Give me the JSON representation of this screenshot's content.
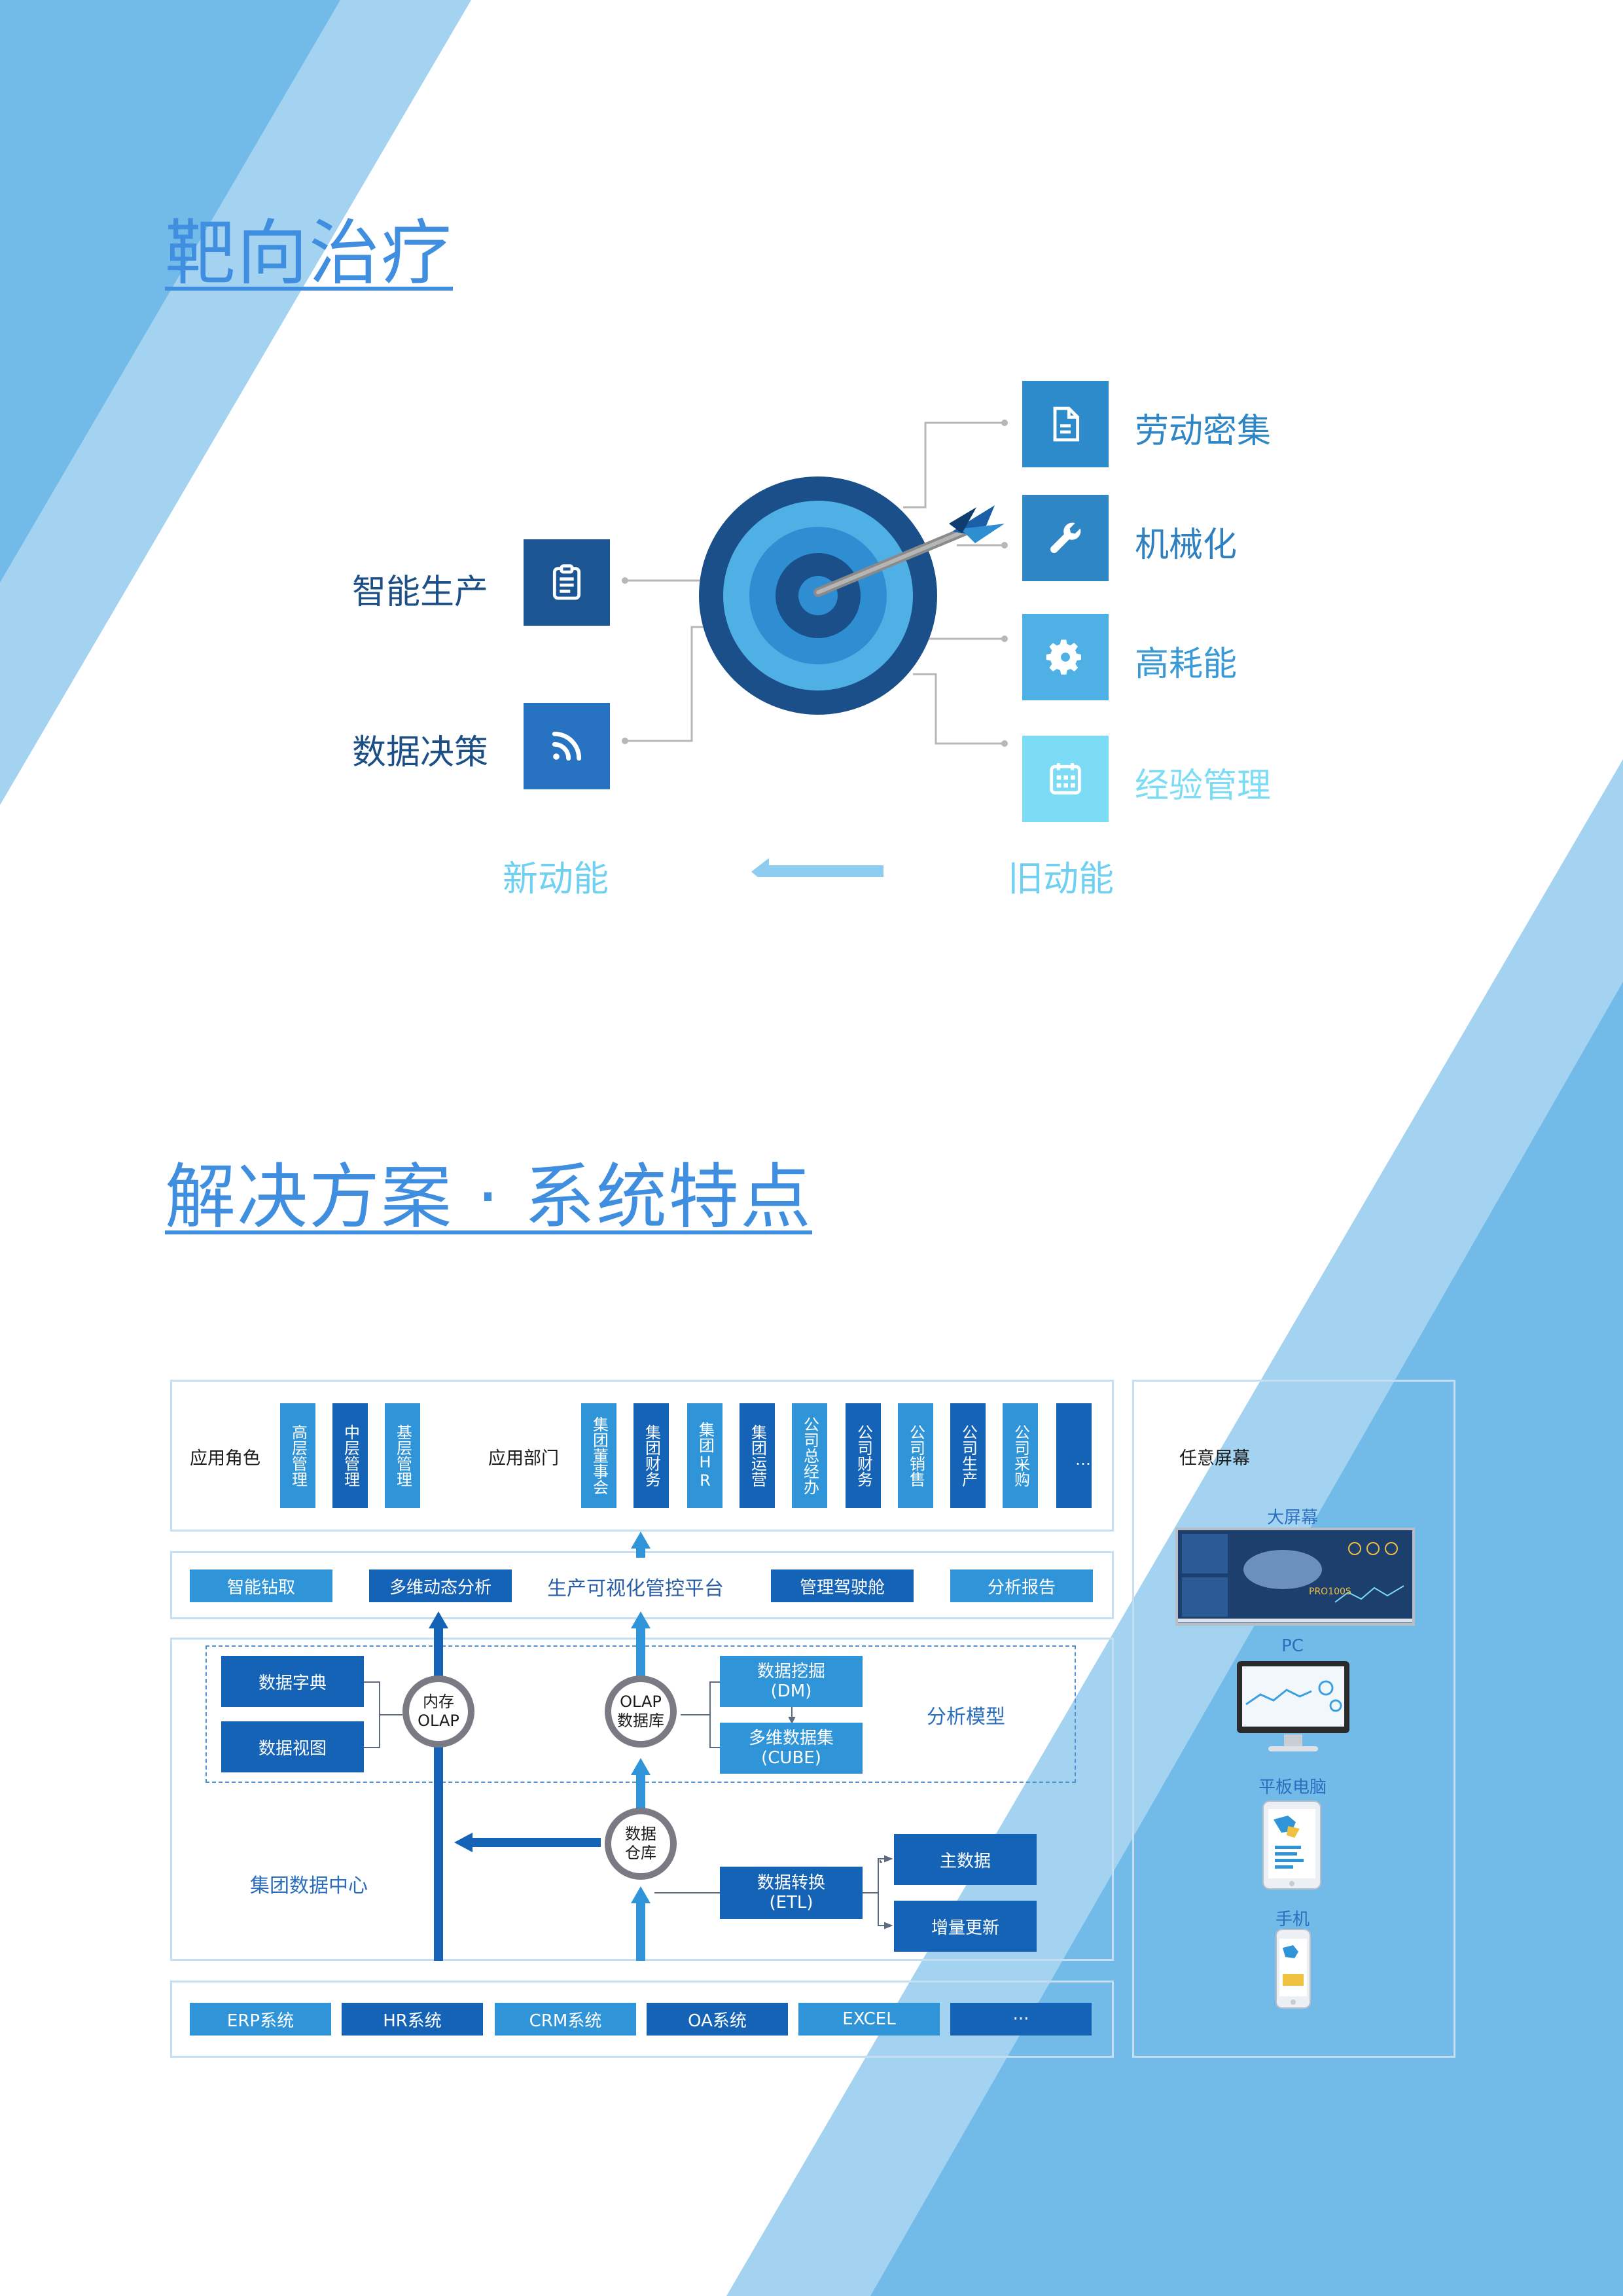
{
  "colors": {
    "accent": "#3f8ee0",
    "dark_blue": "#1b4f86",
    "mid_blue": "#2e86c5",
    "light_blue": "#4fb0e6",
    "cyan": "#7ddcf5"
  },
  "section1": {
    "title": "靶向治疗",
    "left_items": [
      {
        "label": "智能生产",
        "icon": "clipboard-icon"
      },
      {
        "label": "数据决策",
        "icon": "rss-icon"
      }
    ],
    "right_items": [
      {
        "label": "劳动密集",
        "icon": "document-icon"
      },
      {
        "label": "机械化",
        "icon": "wrench-icon"
      },
      {
        "label": "高耗能",
        "icon": "gear-icon"
      },
      {
        "label": "经验管理",
        "icon": "calendar-icon"
      }
    ],
    "new_label": "新动能",
    "old_label": "旧动能"
  },
  "section2": {
    "title": "解决方案 · 系统特点",
    "roles_label": "应用角色",
    "roles": [
      "高层管理",
      "中层管理",
      "基层管理"
    ],
    "depts_label": "应用部门",
    "depts": [
      "集团董事会",
      "集团财务",
      "集团HR",
      "集团运营",
      "公司总经办",
      "公司财务",
      "公司销售",
      "公司生产",
      "公司采购",
      "…"
    ],
    "platform": {
      "title": "生产可视化管控平台",
      "items": [
        "智能钻取",
        "多维动态分析",
        "管理驾驶舱",
        "分析报告"
      ]
    },
    "model": {
      "dict": "数据字典",
      "view": "数据视图",
      "mem_olap_1": "内存",
      "mem_olap_2": "OLAP",
      "olap_db_1": "OLAP",
      "olap_db_2": "数据库",
      "mining_1": "数据挖掘",
      "mining_2": "(DM)",
      "cube_1": "多维数据集",
      "cube_2": "(CUBE)",
      "model_label": "分析模型"
    },
    "datacenter": {
      "label": "集团数据中心",
      "warehouse_1": "数据",
      "warehouse_2": "仓库",
      "etl_1": "数据转换",
      "etl_2": "(ETL)",
      "master": "主数据",
      "incremental": "增量更新"
    },
    "sources": [
      "ERP系统",
      "HR系统",
      "CRM系统",
      "OA系统",
      "EXCEL",
      "···"
    ],
    "screens": {
      "label": "任意屏幕",
      "big": "大屏幕",
      "big_badge": "PRO100S",
      "pc": "PC",
      "tablet": "平板电脑",
      "phone": "手机"
    }
  }
}
